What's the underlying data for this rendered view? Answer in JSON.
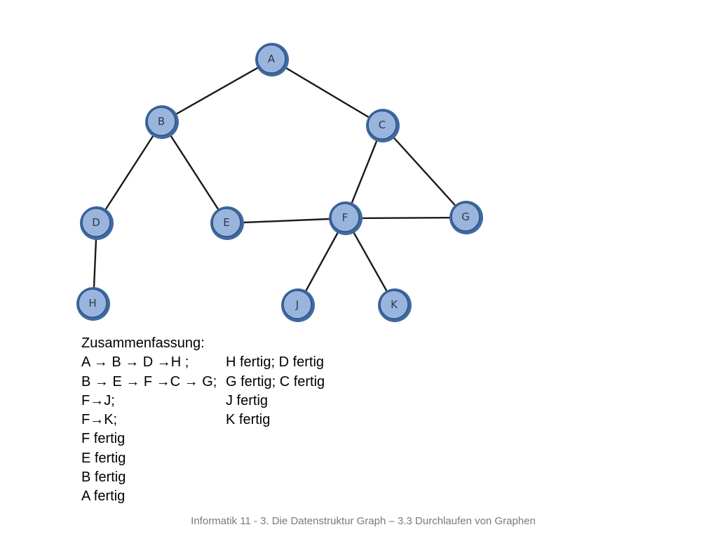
{
  "graph": {
    "nodes": [
      {
        "id": "A",
        "label": "A"
      },
      {
        "id": "B",
        "label": "B"
      },
      {
        "id": "C",
        "label": "C"
      },
      {
        "id": "D",
        "label": "D"
      },
      {
        "id": "E",
        "label": "E"
      },
      {
        "id": "F",
        "label": "F"
      },
      {
        "id": "G",
        "label": "G"
      },
      {
        "id": "H",
        "label": "H"
      },
      {
        "id": "J",
        "label": "J"
      },
      {
        "id": "K",
        "label": "K"
      }
    ],
    "edges": [
      [
        "A",
        "B"
      ],
      [
        "A",
        "C"
      ],
      [
        "B",
        "D"
      ],
      [
        "B",
        "E"
      ],
      [
        "C",
        "F"
      ],
      [
        "C",
        "G"
      ],
      [
        "D",
        "H"
      ],
      [
        "E",
        "F"
      ],
      [
        "F",
        "G"
      ],
      [
        "F",
        "J"
      ],
      [
        "F",
        "K"
      ]
    ],
    "colors": {
      "node_fill": "#9ab5dd",
      "node_ring": "#3f6aa0",
      "edge": "#1a1a1a"
    }
  },
  "summary": {
    "heading": "Zusammenfassung:",
    "rows": [
      {
        "left": "A → B → D →H ;",
        "right": "H fertig; D fertig"
      },
      {
        "left": "B → E → F →C → G;",
        "right": "G fertig; C fertig"
      },
      {
        "left": "F→J;",
        "right": "J fertig"
      },
      {
        "left": "F→K;",
        "right": "K fertig"
      },
      {
        "left": "F fertig",
        "right": ""
      },
      {
        "left": "E fertig",
        "right": ""
      },
      {
        "left": "B fertig",
        "right": ""
      },
      {
        "left": "A fertig",
        "right": ""
      }
    ]
  },
  "footer": {
    "text": "Informatik 11 - 3. Die Datenstruktur Graph – 3.3 Durchlaufen von Graphen"
  }
}
